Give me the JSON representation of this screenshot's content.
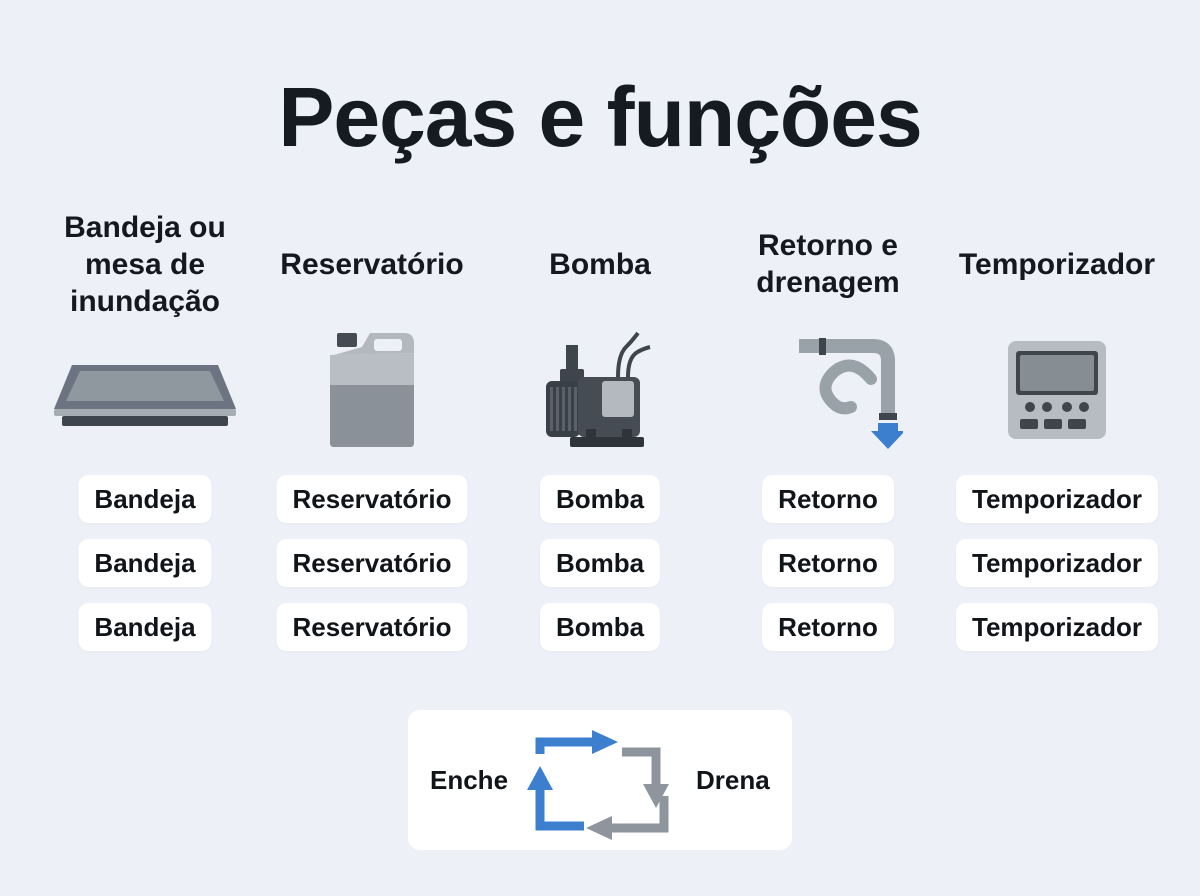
{
  "title": "Peças e funções",
  "columns": [
    {
      "heading": "Bandeja ou mesa de inundação",
      "icon": "flood-tray-icon",
      "labels": [
        "Bandeja",
        "Bandeja",
        "Bandeja"
      ]
    },
    {
      "heading": "Reservatório",
      "icon": "reservoir-jug-icon",
      "labels": [
        "Reservatório",
        "Reservatório",
        "Reservatório"
      ]
    },
    {
      "heading": "Bomba",
      "icon": "water-pump-icon",
      "labels": [
        "Bomba",
        "Bomba",
        "Bomba"
      ]
    },
    {
      "heading": "Retorno e drenagem",
      "icon": "return-drain-pipe-icon",
      "labels": [
        "Retorno",
        "Retorno",
        "Retorno"
      ]
    },
    {
      "heading": "Temporizador",
      "icon": "digital-timer-icon",
      "labels": [
        "Temporizador",
        "Temporizador",
        "Temporizador"
      ]
    }
  ],
  "cycle": {
    "fill_label": "Enche",
    "drain_label": "Drena",
    "icon": "fill-drain-cycle-icon",
    "colors": {
      "fill": "#3d7fcf",
      "drain": "#8e959c"
    }
  }
}
